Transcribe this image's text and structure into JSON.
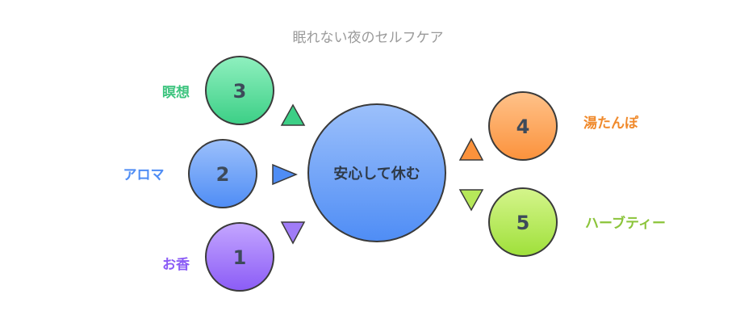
{
  "title": "眠れない夜のセルフケア",
  "center": {
    "label": "安心して休む",
    "color_top": "#9cc0fb",
    "color_bottom": "#4f8df5"
  },
  "nodes": [
    {
      "id": "n1",
      "number": "1",
      "label": "お香",
      "color_top": "#c4a6ff",
      "color_bottom": "#8b5cf6",
      "label_color": "#8b5cf6"
    },
    {
      "id": "n2",
      "number": "2",
      "label": "アロマ",
      "color_top": "#9cc0fb",
      "color_bottom": "#4f8df5",
      "label_color": "#4f8df5"
    },
    {
      "id": "n3",
      "number": "3",
      "label": "瞑想",
      "color_top": "#8ff0bf",
      "color_bottom": "#3ccf86",
      "label_color": "#3cc47e"
    },
    {
      "id": "n4",
      "number": "4",
      "label": "湯たんぽ",
      "color_top": "#ffc28a",
      "color_bottom": "#fb923c",
      "label_color": "#f08a2c"
    },
    {
      "id": "n5",
      "number": "5",
      "label": "ハーブティー",
      "color_top": "#d5f58c",
      "color_bottom": "#9fe03a",
      "label_color": "#8bc43a"
    }
  ],
  "colors": {
    "title": "#9a9a9a",
    "stroke": "#3a3a3a",
    "number_text": "#3d4a5a",
    "center_text": "#2f3a48"
  }
}
